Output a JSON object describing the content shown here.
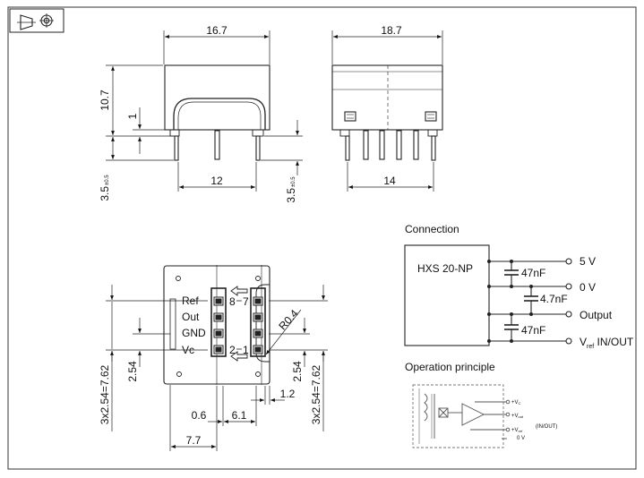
{
  "dims": {
    "front_width": "16.7",
    "side_width": "18.7",
    "height": "10.7",
    "standoff": "1",
    "pin_length_left": "3.5",
    "pin_length_right": "3.5",
    "tolerance": "±0.5",
    "front_pin_span": "12",
    "side_pin_span": "14",
    "pitch_left": "2.54",
    "span_left": "3x2.54=7.62",
    "pitch_right": "2.54",
    "span_right": "3x2.54=7.62",
    "offset_06": "0.6",
    "offset_61": "6.1",
    "offset_12": "1.2",
    "offset_77": "7.7",
    "radius": "R0.4"
  },
  "pins": {
    "ref": "Ref",
    "out": "Out",
    "gnd": "GND",
    "vc": "Vc",
    "n8": "8",
    "n7": "7",
    "n2": "2",
    "n1": "1"
  },
  "connection": {
    "title": "Connection",
    "device": "HXS 20-NP",
    "c1": "47nF",
    "c2": "4.7nF",
    "c3": "47nF",
    "t_5v": "5 V",
    "t_0v": "0 V",
    "t_output": "Output",
    "t_vref_v": "V",
    "t_vref_sub": "ref",
    "t_vref_rest": " IN/OUT"
  },
  "operation": {
    "title": "Operation principle",
    "vc": "+V",
    "vc_sub": "C",
    "vout": "+V",
    "vout_sub": "out",
    "vref": "+V",
    "vref_sub": "ref",
    "vref_note": "(IN/OUT)",
    "zero": "0 V"
  }
}
